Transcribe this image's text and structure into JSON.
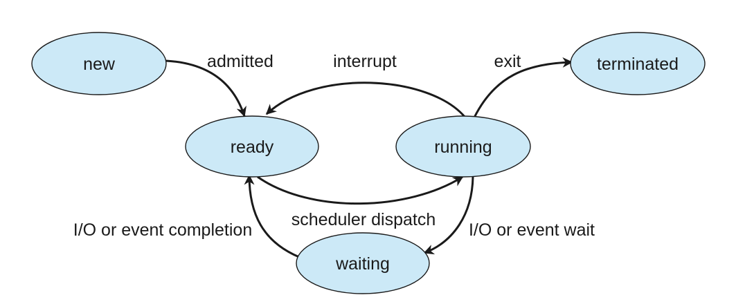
{
  "states": {
    "new": "new",
    "ready": "ready",
    "running": "running",
    "waiting": "waiting",
    "terminated": "terminated"
  },
  "transitions": {
    "admitted": "admitted",
    "interrupt": "interrupt",
    "exit": "exit",
    "scheduler_dispatch": "scheduler dispatch",
    "io_event_completion": "I/O or event completion",
    "io_event_wait": "I/O or event wait"
  },
  "colors": {
    "node_fill": "#cce9f7",
    "stroke": "#1a1a1a"
  }
}
